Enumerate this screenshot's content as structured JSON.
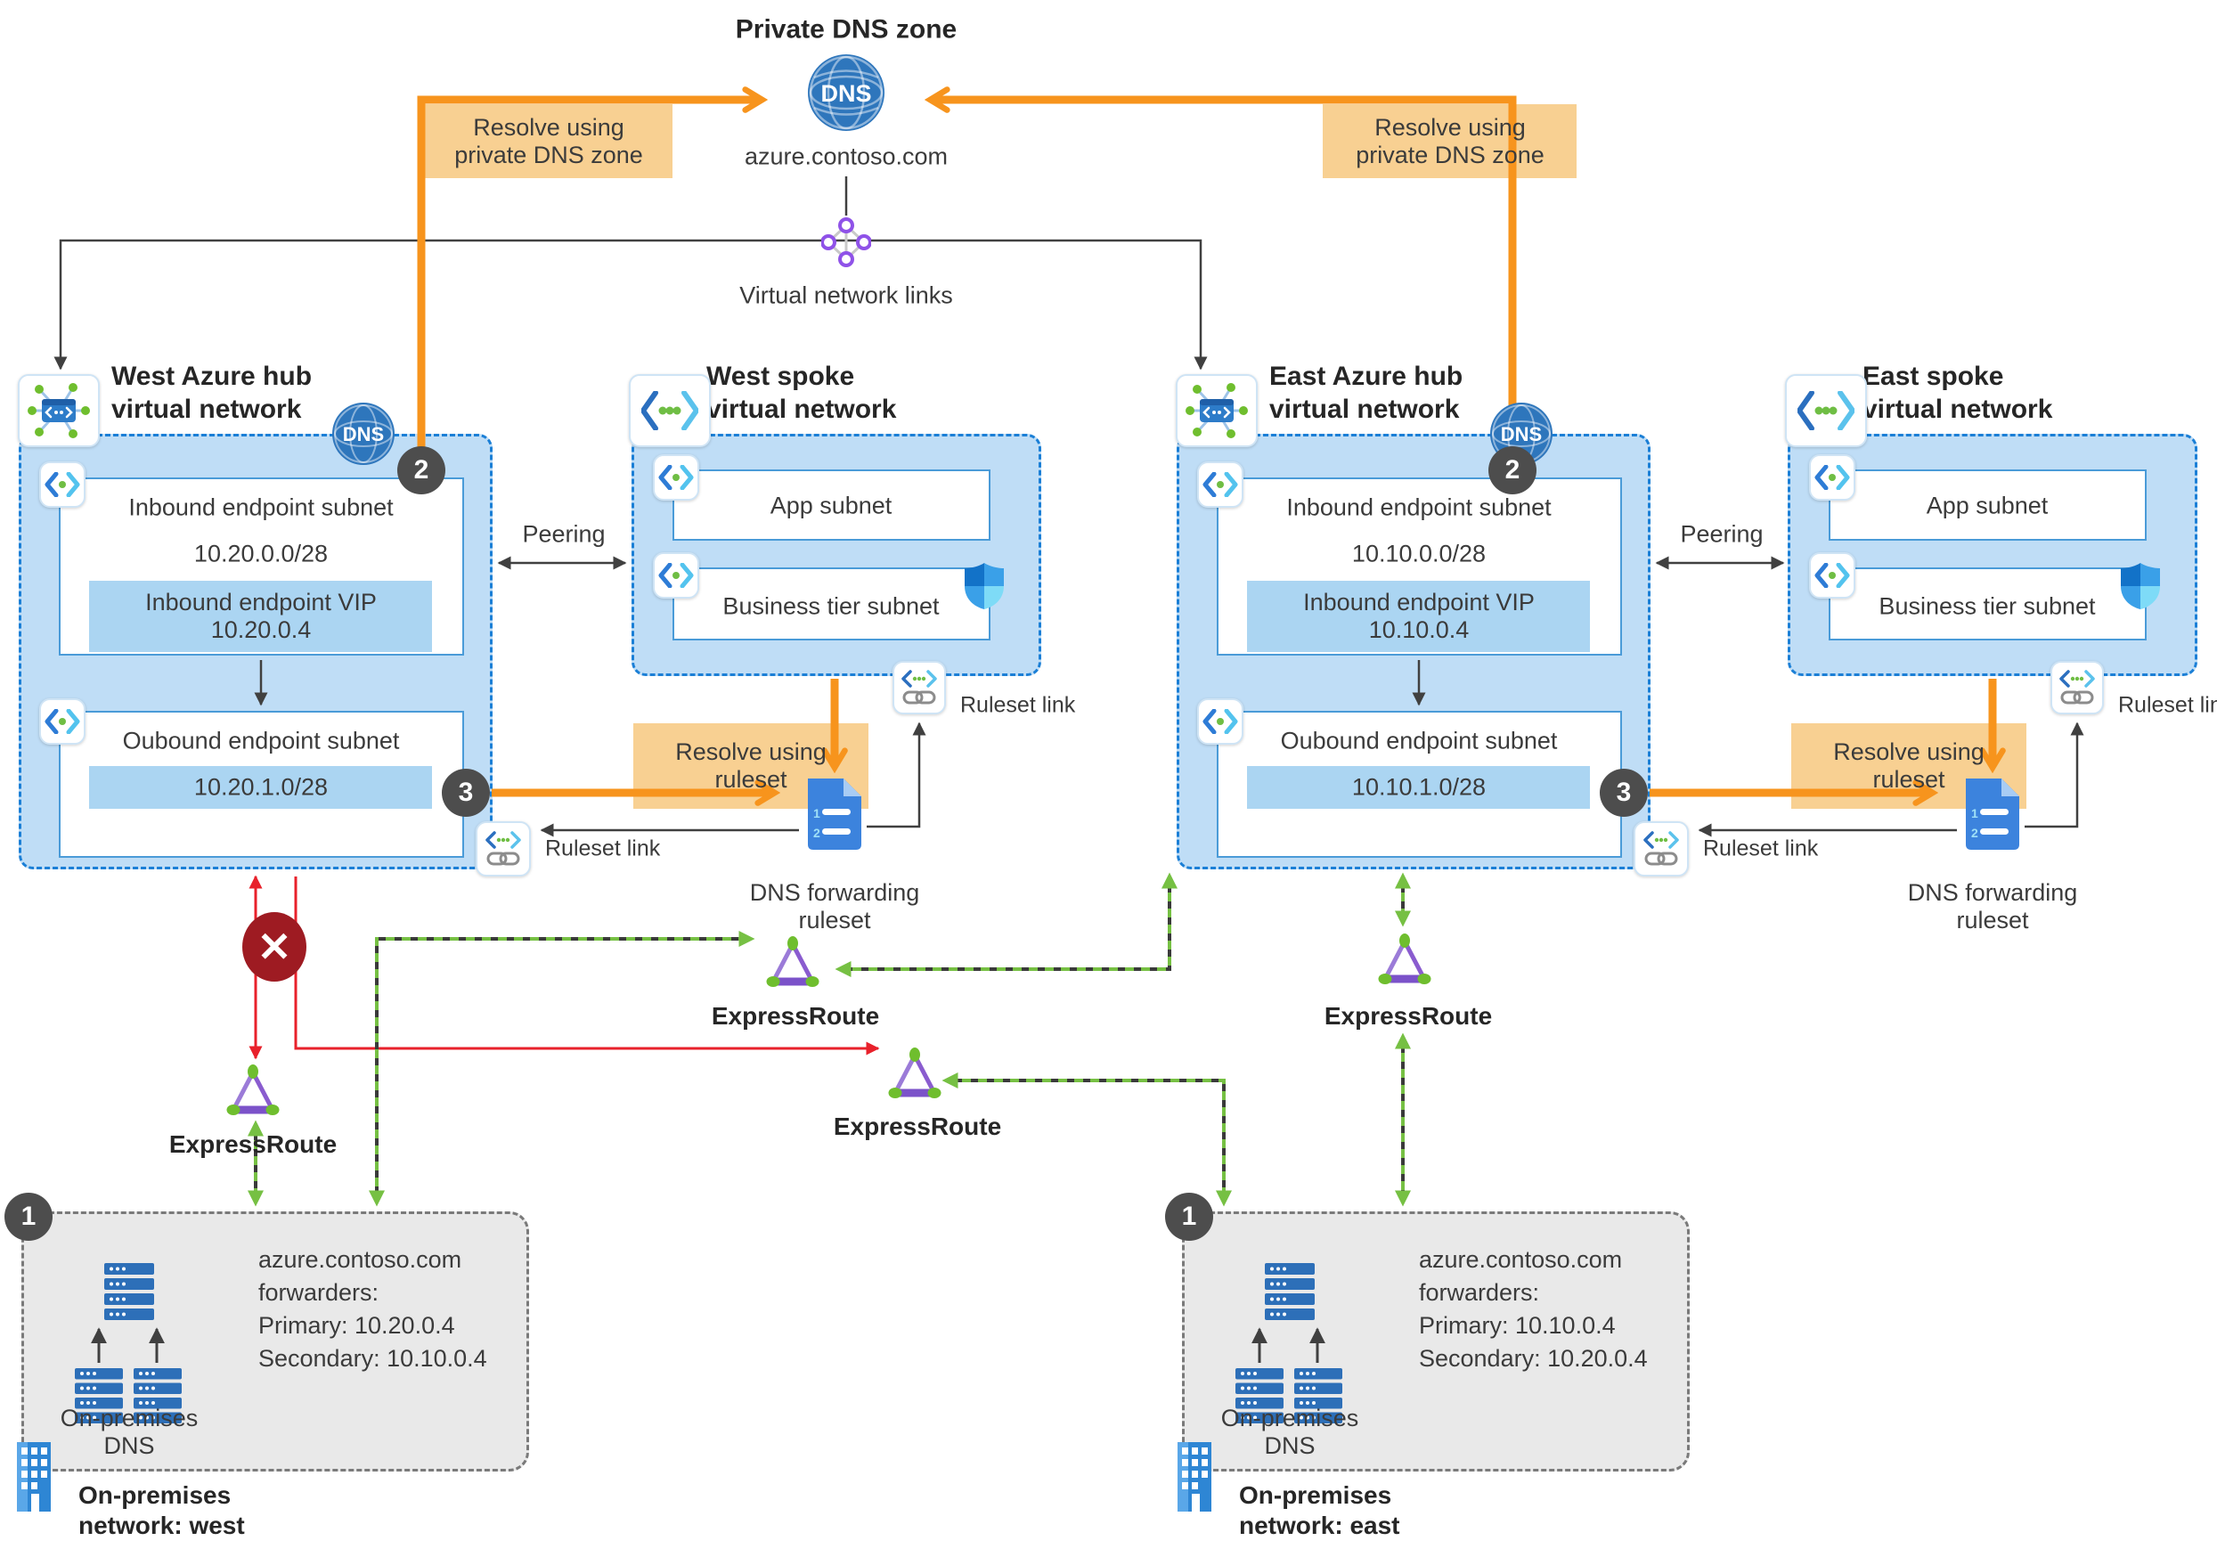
{
  "colors": {
    "accent_orange": "#F7941D",
    "orange_fill": "#F8D092",
    "vnet_fill": "#BFDDF6",
    "vnet_border": "#1B7FD6",
    "inner_blue": "#ABD5F2",
    "green": "#76C043",
    "red": "#E8212B",
    "badge_gray": "#4D4D4D",
    "dns_blue": "#2E76BC",
    "text": "#3B3B3B"
  },
  "private_dns": {
    "title": "Private DNS zone",
    "zone_name": "azure.contoso.com",
    "links_label": "Virtual network links"
  },
  "badges": {
    "step1": "1",
    "step2": "2",
    "step3": "3",
    "dns": "DNS"
  },
  "callouts": {
    "resolve_private_line1": "Resolve using",
    "resolve_private_line2": "private DNS zone",
    "resolve_ruleset_line1": "Resolve using",
    "resolve_ruleset_line2": "ruleset",
    "ruleset_link": "Ruleset link",
    "dns_fwd_line1": "DNS forwarding",
    "dns_fwd_line2": "ruleset",
    "peering": "Peering",
    "expressroute": "ExpressRoute"
  },
  "hub_west": {
    "title_line1": "West Azure hub",
    "title_line2": "virtual network",
    "inbound_title": "Inbound endpoint subnet",
    "inbound_cidr": "10.20.0.0/28",
    "vip_line1": "Inbound endpoint VIP",
    "vip_line2": "10.20.0.4",
    "outbound_title": "Oubound endpoint subnet",
    "outbound_cidr": "10.20.1.0/28"
  },
  "hub_east": {
    "title_line1": "East Azure hub",
    "title_line2": "virtual network",
    "inbound_title": "Inbound endpoint subnet",
    "inbound_cidr": "10.10.0.0/28",
    "vip_line1": "Inbound endpoint VIP",
    "vip_line2": "10.10.0.4",
    "outbound_title": "Oubound endpoint subnet",
    "outbound_cidr": "10.10.1.0/28"
  },
  "spoke_west": {
    "title_line1": "West spoke",
    "title_line2": "virtual network",
    "app_subnet": "App subnet",
    "business_subnet": "Business tier subnet"
  },
  "spoke_east": {
    "title_line1": "East spoke",
    "title_line2": "virtual network",
    "app_subnet": "App subnet",
    "business_subnet": "Business tier subnet"
  },
  "onprem_west": {
    "fwd_line1": "azure.contoso.com",
    "fwd_line2": "forwarders:",
    "fwd_line3": "Primary: 10.20.0.4",
    "fwd_line4": "Secondary: 10.10.0.4",
    "dns_line1": "On-premises",
    "dns_line2": "DNS",
    "net_line1": "On-premises",
    "net_line2": "network: west"
  },
  "onprem_east": {
    "fwd_line1": "azure.contoso.com",
    "fwd_line2": "forwarders:",
    "fwd_line3": "Primary: 10.10.0.4",
    "fwd_line4": "Secondary: 10.20.0.4",
    "dns_line1": "On-premises",
    "dns_line2": "DNS",
    "net_line1": "On-premises",
    "net_line2": "network: east"
  }
}
